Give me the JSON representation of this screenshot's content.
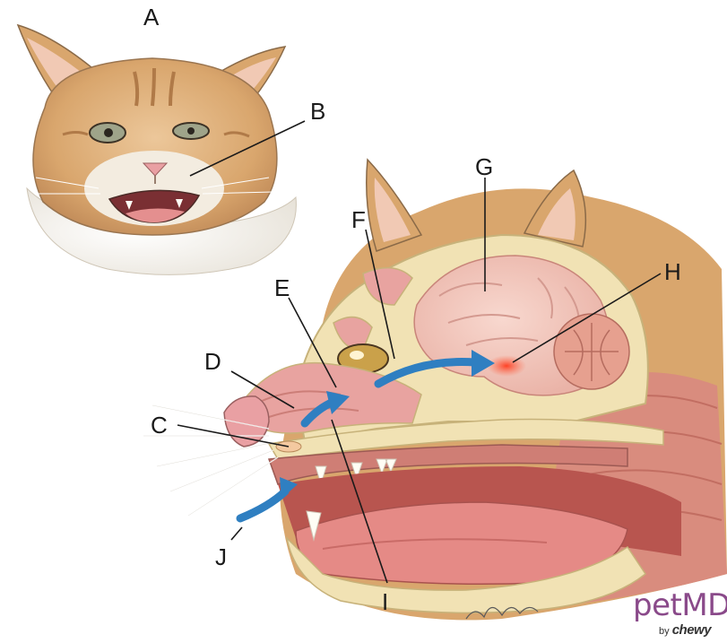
{
  "labels": {
    "a": "A",
    "b": "B",
    "c": "C",
    "d": "D",
    "e": "E",
    "f": "F",
    "g": "G",
    "h": "H",
    "i": "I",
    "j": "J"
  },
  "brand": {
    "name": "petMD",
    "by": "by",
    "parent": "chewy"
  },
  "colors": {
    "fur": "#d9a66d",
    "fur_shade": "#b98552",
    "bone": "#f1e2b4",
    "tissue": "#e8a3a0",
    "brain": "#f4c5bc",
    "airflow_arrow": "#2f7fc1",
    "hotspot": "#e8503a",
    "brand": "#8a4a8a"
  }
}
